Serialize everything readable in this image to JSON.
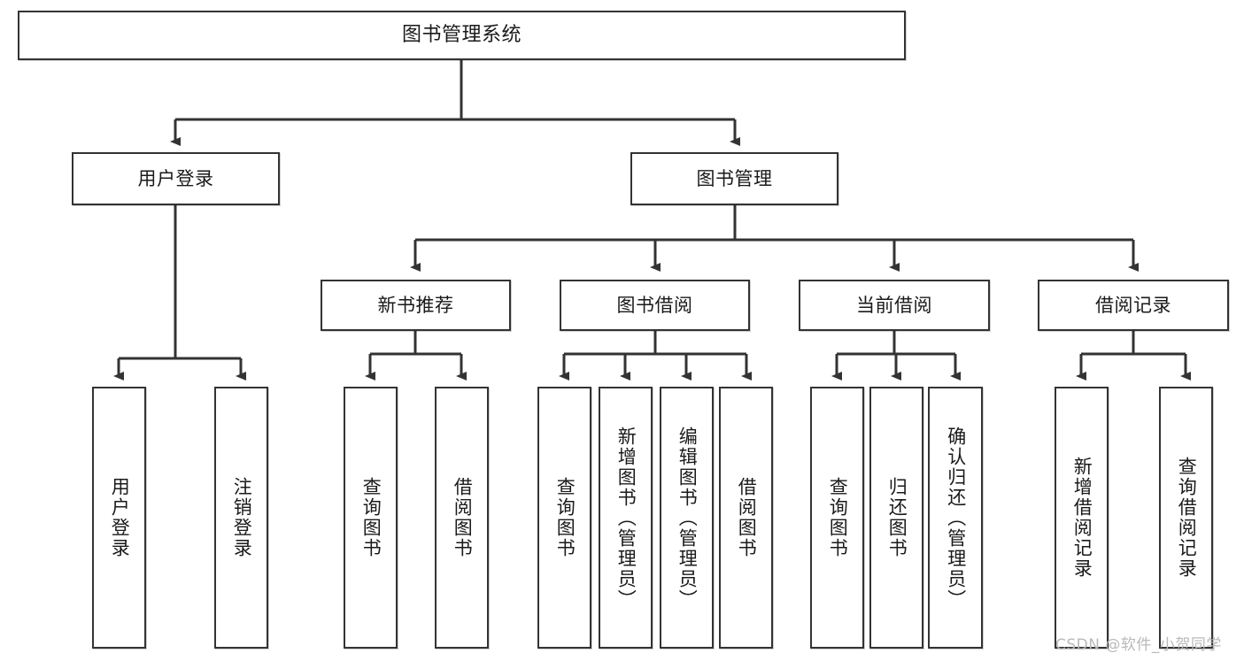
{
  "diagram": {
    "title": "图书管理系统",
    "type": "tree-hierarchy",
    "root": {
      "label": "图书管理系统"
    },
    "level2": [
      {
        "label": "用户登录"
      },
      {
        "label": "图书管理"
      }
    ],
    "level3": [
      {
        "label": "新书推荐"
      },
      {
        "label": "图书借阅"
      },
      {
        "label": "当前借阅"
      },
      {
        "label": "借阅记录"
      }
    ],
    "leaves": {
      "user_login": [
        {
          "label": "用户登录"
        },
        {
          "label": "注销登录"
        }
      ],
      "new_book_recommend": [
        {
          "label": "查询图书"
        },
        {
          "label": "借阅图书"
        }
      ],
      "book_borrow": [
        {
          "label": "查询图书"
        },
        {
          "label": "新增图书（管理员）"
        },
        {
          "label": "编辑图书（管理员）"
        },
        {
          "label": "借阅图书"
        }
      ],
      "current_borrow": [
        {
          "label": "查询图书"
        },
        {
          "label": "归还图书"
        },
        {
          "label": "确认归还（管理员）"
        }
      ],
      "borrow_records": [
        {
          "label": "新增借阅记录"
        },
        {
          "label": "查询借阅记录"
        }
      ]
    }
  },
  "watermark": {
    "text": "CSDN @软件_小贺同学"
  },
  "colors": {
    "stroke": "#333333",
    "box_fill": "#ffffff",
    "text": "#1a1a1a",
    "watermark": "#b9b9b9",
    "background": "#ffffff"
  }
}
